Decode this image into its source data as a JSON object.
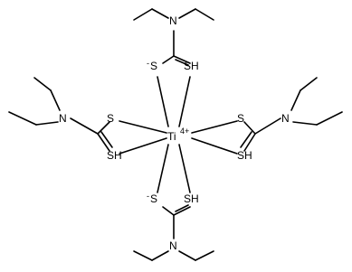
{
  "molecule": {
    "center_atom": {
      "symbol": "Ti",
      "charge": "4+"
    },
    "ligands": [
      {
        "id": "top",
        "sulfur_left": {
          "label": "S",
          "charge": "-"
        },
        "sulfur_right": {
          "label": "SH"
        },
        "nitrogen": {
          "label": "N"
        }
      },
      {
        "id": "left",
        "sulfur_top": {
          "label": "S"
        },
        "sulfur_bottom": {
          "label": "SH"
        },
        "nitrogen": {
          "label": "N"
        }
      },
      {
        "id": "right",
        "sulfur_top": {
          "label": "S"
        },
        "sulfur_bottom": {
          "label": "SH"
        },
        "nitrogen": {
          "label": "N"
        }
      },
      {
        "id": "bottom",
        "sulfur_left": {
          "label": "S",
          "charge": "-"
        },
        "sulfur_right": {
          "label": "SH"
        },
        "nitrogen": {
          "label": "N"
        }
      }
    ]
  }
}
